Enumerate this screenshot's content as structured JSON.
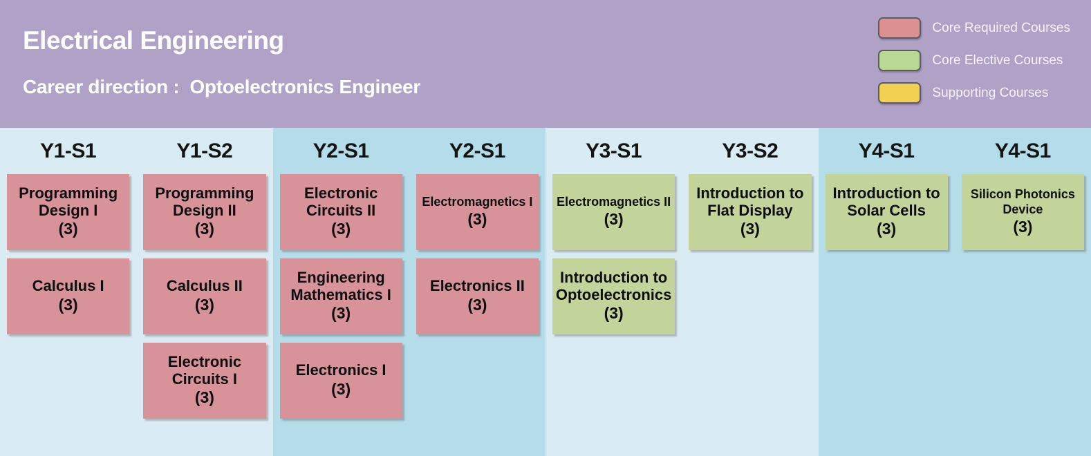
{
  "header": {
    "title": "Electrical Engineering",
    "subtitle": "Career direction :  Optoelectronics Engineer",
    "background_color": "#b0a2c6"
  },
  "legend": {
    "items": [
      {
        "label": "Core Required Courses",
        "type": "core-required",
        "color": "#dd9091"
      },
      {
        "label": "Core Elective Courses",
        "type": "core-elective",
        "color": "#b9d893"
      },
      {
        "label": "Supporting Courses",
        "type": "supporting",
        "color": "#f2d052"
      }
    ]
  },
  "colors": {
    "core-required": "#d8939a",
    "core-elective": "#c3d49b",
    "supporting": "#f2d052",
    "column_bg_light": "#daecf3",
    "column_bg_dark": "#b5dce9"
  },
  "columns": [
    {
      "header": "Y1-S1",
      "shade": "light",
      "courses": [
        {
          "name": "Programming Design I",
          "credits": "(3)",
          "type": "core-required",
          "size": "normal"
        },
        {
          "name": "Calculus I",
          "credits": "(3)",
          "type": "core-required",
          "size": "normal"
        }
      ]
    },
    {
      "header": "Y1-S2",
      "shade": "light",
      "courses": [
        {
          "name": "Programming Design II",
          "credits": "(3)",
          "type": "core-required",
          "size": "normal"
        },
        {
          "name": "Calculus II",
          "credits": "(3)",
          "type": "core-required",
          "size": "normal"
        },
        {
          "name": "Electronic Circuits I",
          "credits": "(3)",
          "type": "core-required",
          "size": "normal"
        }
      ]
    },
    {
      "header": "Y2-S1",
      "shade": "dark",
      "courses": [
        {
          "name": "Electronic Circuits II",
          "credits": "(3)",
          "type": "core-required",
          "size": "normal"
        },
        {
          "name": "Engineering Mathematics I",
          "credits": "(3)",
          "type": "core-required",
          "size": "normal"
        },
        {
          "name": "Electronics I",
          "credits": "(3)",
          "type": "core-required",
          "size": "normal"
        }
      ]
    },
    {
      "header": "Y2-S1",
      "shade": "dark",
      "courses": [
        {
          "name": "Electromagnetics I",
          "credits": "(3)",
          "type": "core-required",
          "size": "small"
        },
        {
          "name": "Electronics II",
          "credits": "(3)",
          "type": "core-required",
          "size": "normal"
        }
      ]
    },
    {
      "header": "Y3-S1",
      "shade": "light",
      "courses": [
        {
          "name": "Electromagnetics II",
          "credits": "(3)",
          "type": "core-elective",
          "size": "small"
        },
        {
          "name": "Introduction to Optoelectronics",
          "credits": "(3)",
          "type": "core-elective",
          "size": "normal"
        }
      ]
    },
    {
      "header": "Y3-S2",
      "shade": "light",
      "courses": [
        {
          "name": "Introduction to Flat Display",
          "credits": "(3)",
          "type": "core-elective",
          "size": "normal"
        }
      ]
    },
    {
      "header": "Y4-S1",
      "shade": "dark",
      "courses": [
        {
          "name": "Introduction to Solar Cells",
          "credits": "(3)",
          "type": "core-elective",
          "size": "normal"
        }
      ]
    },
    {
      "header": "Y4-S1",
      "shade": "dark",
      "courses": [
        {
          "name": "Silicon Photonics Device",
          "credits": "(3)",
          "type": "core-elective",
          "size": "small"
        }
      ]
    }
  ]
}
